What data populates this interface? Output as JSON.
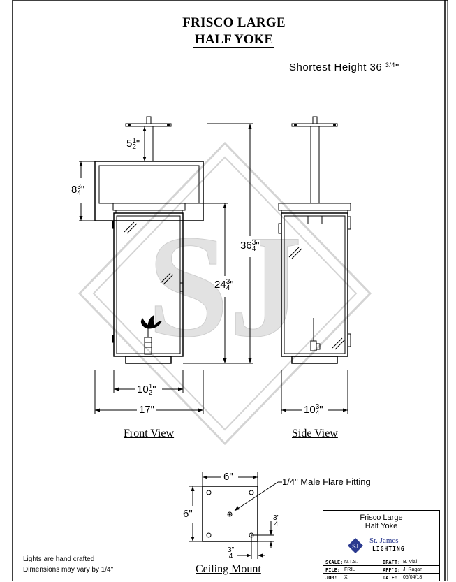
{
  "title": {
    "line1": "FRISCO LARGE",
    "line2": "HALF YOKE"
  },
  "shortest_height": {
    "label": "Shortest Height 36",
    "fraction": "3/4",
    "unit": "\""
  },
  "front_view": {
    "label": "Front View",
    "dims": {
      "yoke_top": {
        "whole": "5",
        "num": "1",
        "den": "2"
      },
      "yoke_height": {
        "whole": "8",
        "num": "3",
        "den": "4"
      },
      "body_height": {
        "whole": "24",
        "num": "3",
        "den": "4"
      },
      "overall_height": {
        "whole": "36",
        "num": "3",
        "den": "4"
      },
      "body_width": {
        "whole": "10",
        "num": "1",
        "den": "2"
      },
      "overall_width": "17\""
    }
  },
  "side_view": {
    "label": "Side View",
    "dims": {
      "width": {
        "whole": "10",
        "num": "3",
        "den": "4"
      }
    }
  },
  "ceiling_mount": {
    "label": "Ceiling Mount",
    "width": "6\"",
    "height": "6\"",
    "fitting_label": "1/4\" Male Flare Fitting",
    "offset_x": {
      "num": "3",
      "den": "4",
      "unit": "\""
    },
    "offset_y": {
      "num": "3",
      "den": "4",
      "unit": "\""
    }
  },
  "notes": {
    "line1": "Lights are hand crafted",
    "line2": "Dimensions may vary by 1/4\""
  },
  "title_block": {
    "name_line1": "Frisco Large",
    "name_line2": "Half Yoke",
    "logo_text": "SJ",
    "company_line1": "St. James",
    "company_line2": "LIGHTING",
    "scale_label": "SCALE:",
    "scale_value": "N.T.S.",
    "draft_label": "DRAFT:",
    "draft_value": "B. Vial",
    "file_label": "FILE:",
    "file_value": "FRIL",
    "appd_label": "APP'D:",
    "appd_value": "J. Ragan",
    "job_label": "JOB:",
    "job_value": "X",
    "date_label": "DATE:",
    "date_value": "05/04/18"
  },
  "colors": {
    "line": "#000000",
    "watermark": "#d9d9d9",
    "logo_blue": "#2b3a8f"
  }
}
